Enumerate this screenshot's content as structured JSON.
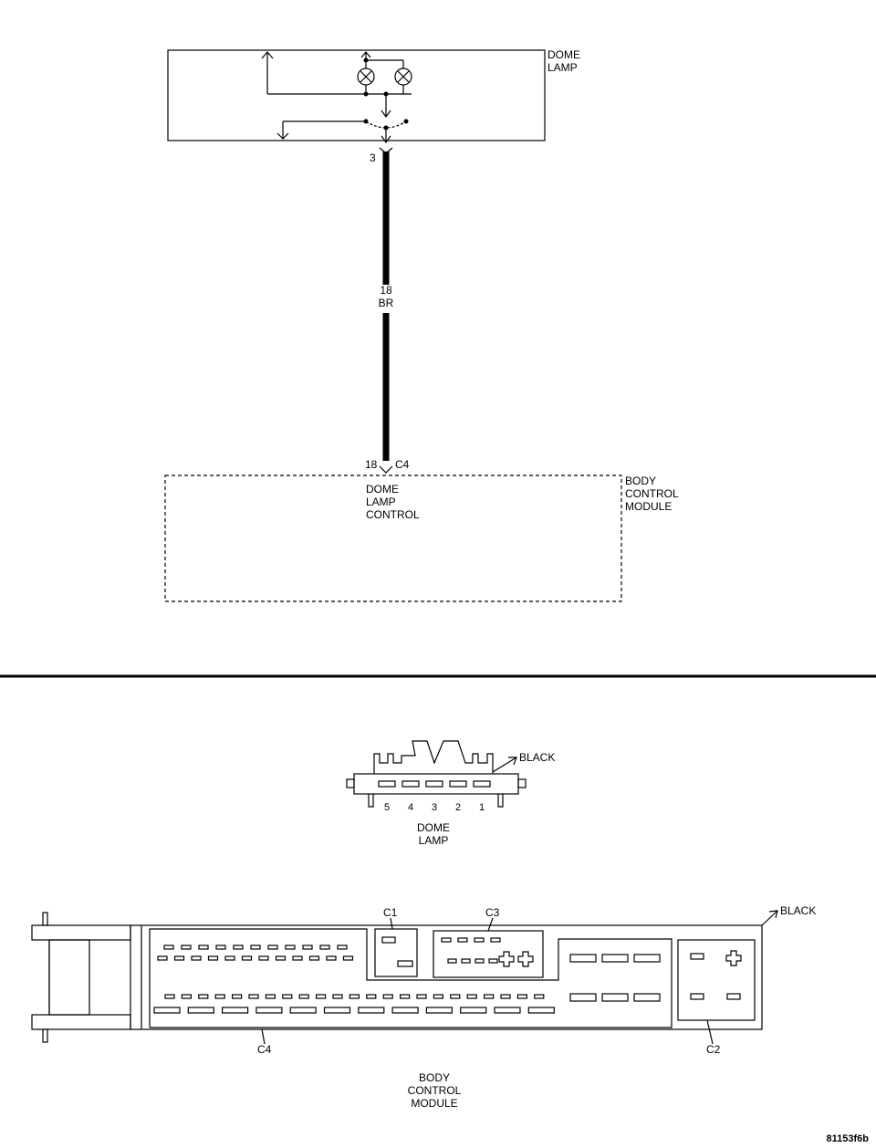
{
  "schematic": {
    "dome_lamp_label": [
      "DOME",
      "LAMP"
    ],
    "dome_lamp_pin": "3",
    "wire_gauge": "18",
    "wire_color": "BR",
    "bcm_pin": "18",
    "bcm_connector": "C4",
    "bcm_circuit_label": [
      "DOME",
      "LAMP",
      "CONTROL"
    ],
    "bcm_label": [
      "BODY",
      "CONTROL",
      "MODULE"
    ]
  },
  "dome_lamp_connector": {
    "color_label": "BLACK",
    "pins": [
      "5",
      "4",
      "3",
      "2",
      "1"
    ],
    "name_label": [
      "DOME",
      "LAMP"
    ]
  },
  "bcm_connector_view": {
    "color_label": "BLACK",
    "c1_label": "C1",
    "c2_label": "C2",
    "c3_label": "C3",
    "c4_label": "C4",
    "name_label": [
      "BODY",
      "CONTROL",
      "MODULE"
    ]
  },
  "figure_id": "81153f6b"
}
